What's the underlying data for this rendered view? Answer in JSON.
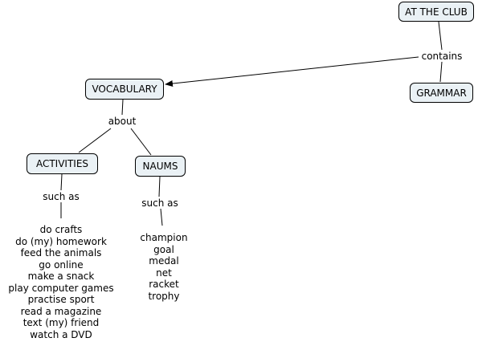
{
  "concepts": {
    "at_the_club": "AT THE CLUB",
    "vocabulary": "VOCABULARY",
    "grammar": "GRAMMAR",
    "activities": "ACTIVITIES",
    "naums": "NAUMS"
  },
  "linking_phrases": {
    "contains": "contains",
    "about": "about",
    "such_as_activities": "such as",
    "such_as_naums": "such as"
  },
  "activities_list": [
    "do crafts",
    "do (my) homework",
    "feed the animals",
    "go online",
    "make a snack",
    "play computer games",
    "practise sport",
    "read a magazine",
    "text (my) friend",
    "watch a DVD"
  ],
  "naums_list": [
    "champion",
    "goal",
    "medal",
    "net",
    "racket",
    "trophy"
  ],
  "colors": {
    "node_fill": "#eaf1f5",
    "node_border": "#000000",
    "line": "#000000",
    "background": "#ffffff"
  }
}
